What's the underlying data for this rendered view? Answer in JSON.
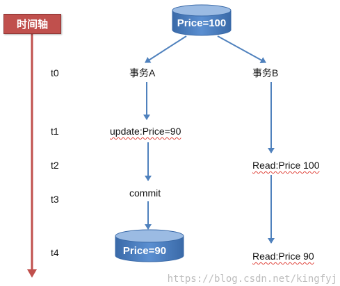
{
  "timeline": {
    "label": "时间轴",
    "ticks": [
      "t0",
      "t1",
      "t2",
      "t3",
      "t4"
    ]
  },
  "db_top": {
    "label": "Price=100"
  },
  "db_bottom": {
    "label": "Price=90"
  },
  "transaction_a": {
    "title": "事务A",
    "update": "update:Price=90",
    "commit": "commit"
  },
  "transaction_b": {
    "title": "事务B",
    "read_first": "Read:Price 100",
    "read_second": "Read:Price 90"
  },
  "watermark": "https://blog.csdn.net/kingfyj",
  "colors": {
    "timeline": "#c0504d",
    "arrow": "#4f81bd",
    "database": "#4f81bd"
  }
}
